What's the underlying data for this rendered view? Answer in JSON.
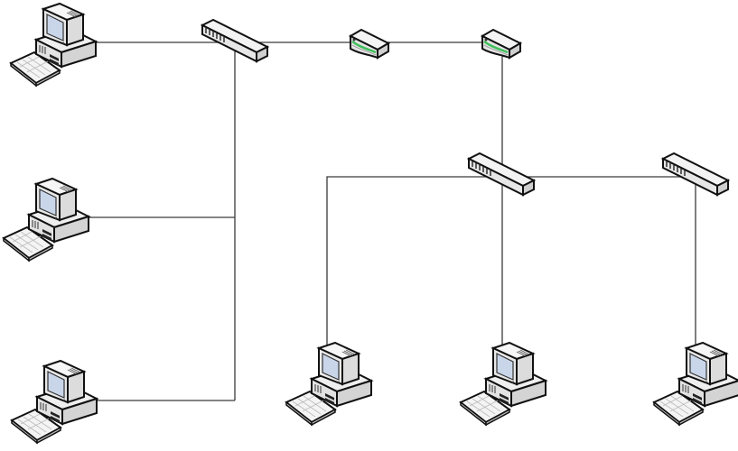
{
  "diagram": {
    "type": "network-topology",
    "colors": {
      "background": "#ffffff",
      "link": "#3a3a3a",
      "outline": "#111111",
      "device_body": "#f2f2f2",
      "device_side": "#d8d8d8",
      "screen": "#c9d6ea",
      "router_accent": "#3fbf5a"
    },
    "nodes": [
      {
        "id": "pc1",
        "kind": "computer",
        "icon": "desktop-computer-icon"
      },
      {
        "id": "pc2",
        "kind": "computer",
        "icon": "desktop-computer-icon"
      },
      {
        "id": "pc3",
        "kind": "computer",
        "icon": "desktop-computer-icon"
      },
      {
        "id": "pc4",
        "kind": "computer",
        "icon": "desktop-computer-icon"
      },
      {
        "id": "pc5",
        "kind": "computer",
        "icon": "desktop-computer-icon"
      },
      {
        "id": "pc6",
        "kind": "computer",
        "icon": "desktop-computer-icon"
      },
      {
        "id": "hub1",
        "kind": "hub",
        "icon": "network-hub-icon"
      },
      {
        "id": "hub2",
        "kind": "hub",
        "icon": "network-hub-icon"
      },
      {
        "id": "hub3",
        "kind": "hub",
        "icon": "network-hub-icon"
      },
      {
        "id": "router1",
        "kind": "router",
        "icon": "router-icon"
      },
      {
        "id": "router2",
        "kind": "router",
        "icon": "router-icon"
      }
    ],
    "links": [
      {
        "from": "pc1",
        "to": "hub1"
      },
      {
        "from": "pc2",
        "to": "hub1"
      },
      {
        "from": "pc3",
        "to": "hub1"
      },
      {
        "from": "hub1",
        "to": "router1"
      },
      {
        "from": "router1",
        "to": "router2"
      },
      {
        "from": "router2",
        "to": "hub2"
      },
      {
        "from": "hub2",
        "to": "pc4"
      },
      {
        "from": "hub2",
        "to": "pc5"
      },
      {
        "from": "hub2",
        "to": "hub3"
      },
      {
        "from": "hub3",
        "to": "pc6"
      }
    ]
  }
}
